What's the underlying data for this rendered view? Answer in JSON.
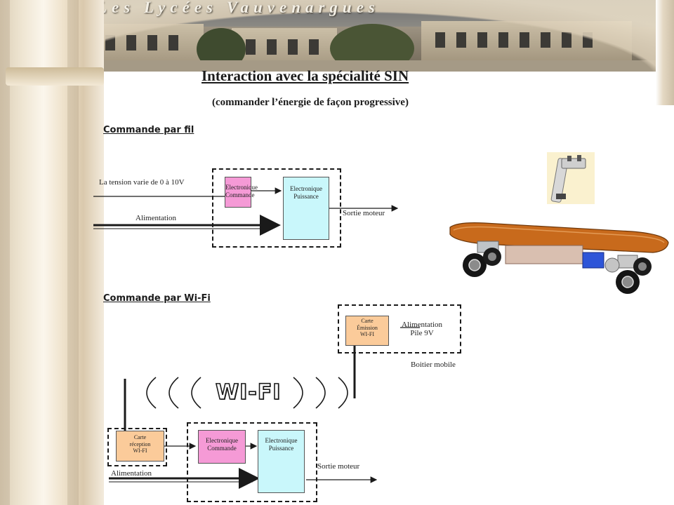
{
  "banner": {
    "school_name": "Les Lycées Vauvenargues"
  },
  "slide": {
    "title": "Interaction avec la spécialité SIN",
    "subtitle": "(commander l’énergie de façon progressive)"
  },
  "section_wired": {
    "heading": "Commande par fil",
    "signal_label": "La tension varie de 0 à 10V",
    "power_label": "Alimentation",
    "output_label": "Sortie moteur",
    "control_block": [
      "Electronique",
      "Commande"
    ],
    "power_block": [
      "Electronique",
      "Puissance"
    ]
  },
  "section_wifi": {
    "heading": "Commande par Wi-Fi",
    "wifi_word": "WI-FI",
    "emitter_block": [
      "Carte",
      "Émission",
      "WI-FI"
    ],
    "supply_label": [
      "Alimentation",
      "Pile 9V"
    ],
    "mobile_label": "Boitier mobile",
    "receiver_block": [
      "Carte",
      "réception",
      "WI-FI"
    ],
    "control_block": [
      "Electronique",
      "Commande"
    ],
    "power_block": [
      "Electronique",
      "Puissance"
    ],
    "power_label": "Alimentation",
    "output_label": "Sortie moteur"
  },
  "colors": {
    "control_fill": "#f59ad6",
    "power_fill": "#c9f7fb",
    "card_fill": "#fbcb9a",
    "skate_deck": "#c86a1c"
  },
  "icons": [
    "transistor-icon",
    "skateboard-image",
    "remote-control-image"
  ]
}
